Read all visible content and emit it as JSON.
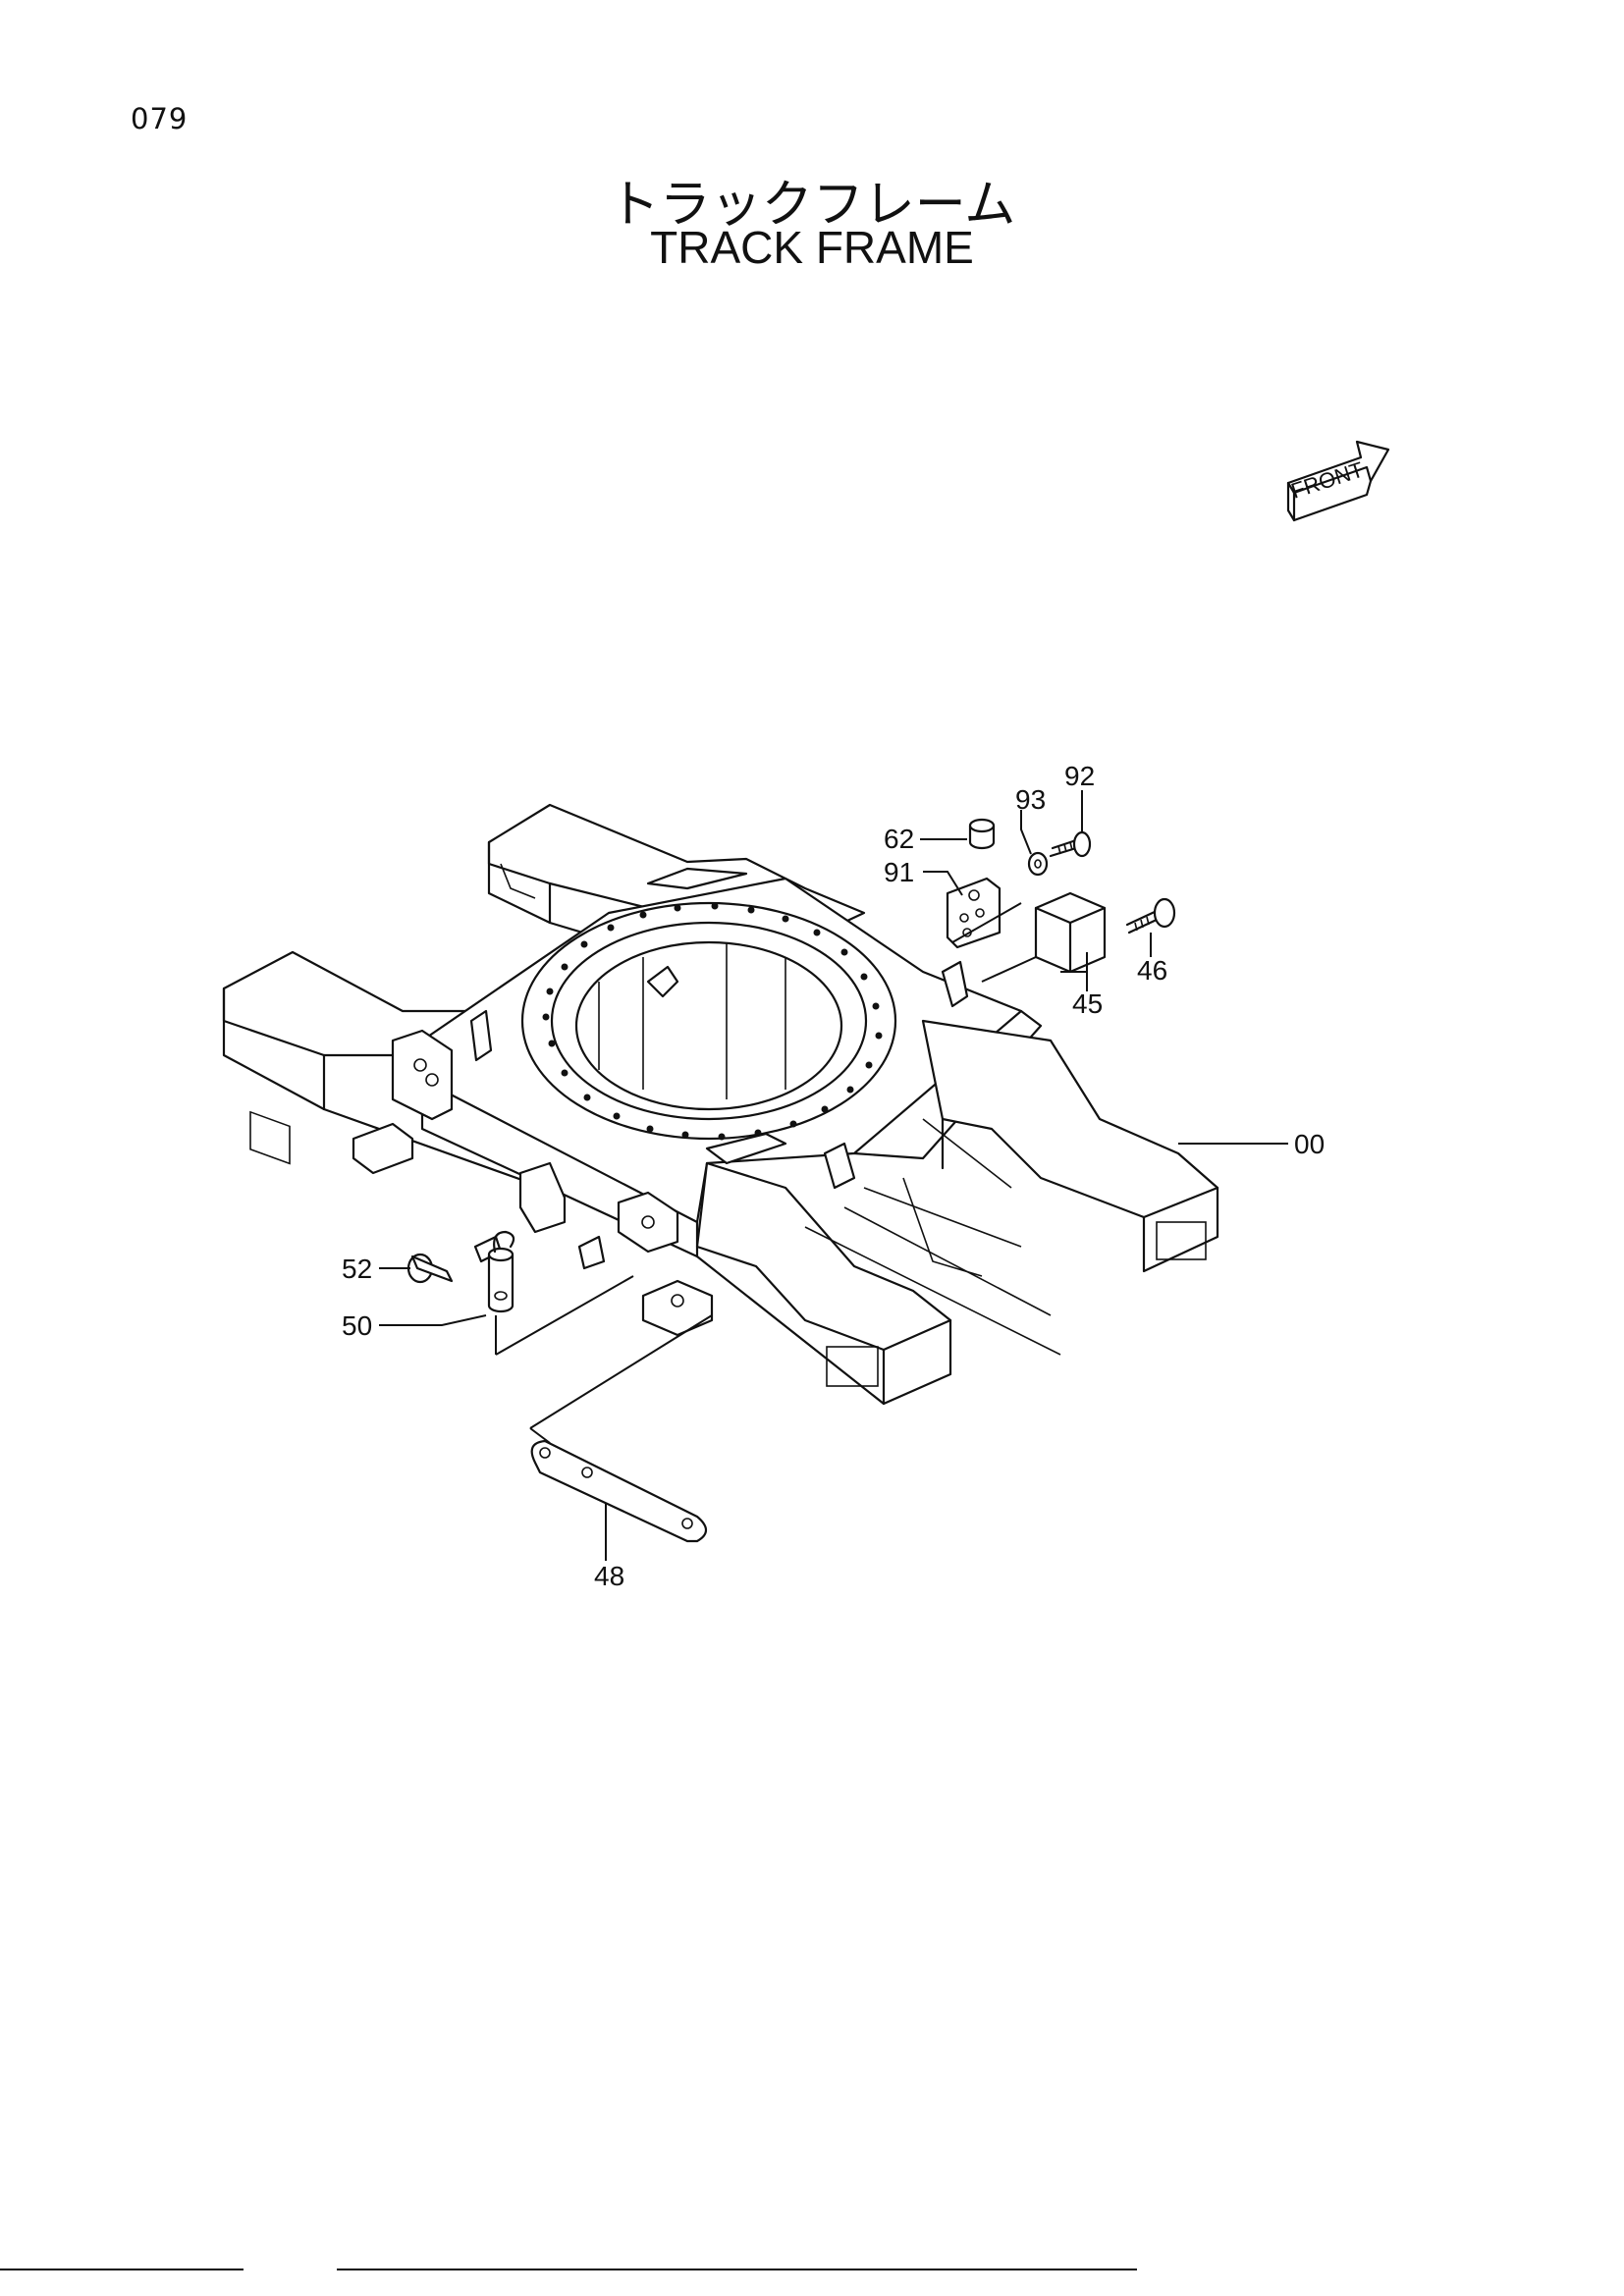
{
  "page": {
    "number": "079",
    "title_jp": "トラックフレーム",
    "title_en": "TRACK FRAME"
  },
  "front_label": "FRONT",
  "callouts": {
    "c00": "00",
    "c45": "45",
    "c46": "46",
    "c48": "48",
    "c50": "50",
    "c52": "52",
    "c62": "62",
    "c91": "91",
    "c92": "92",
    "c93": "93"
  }
}
